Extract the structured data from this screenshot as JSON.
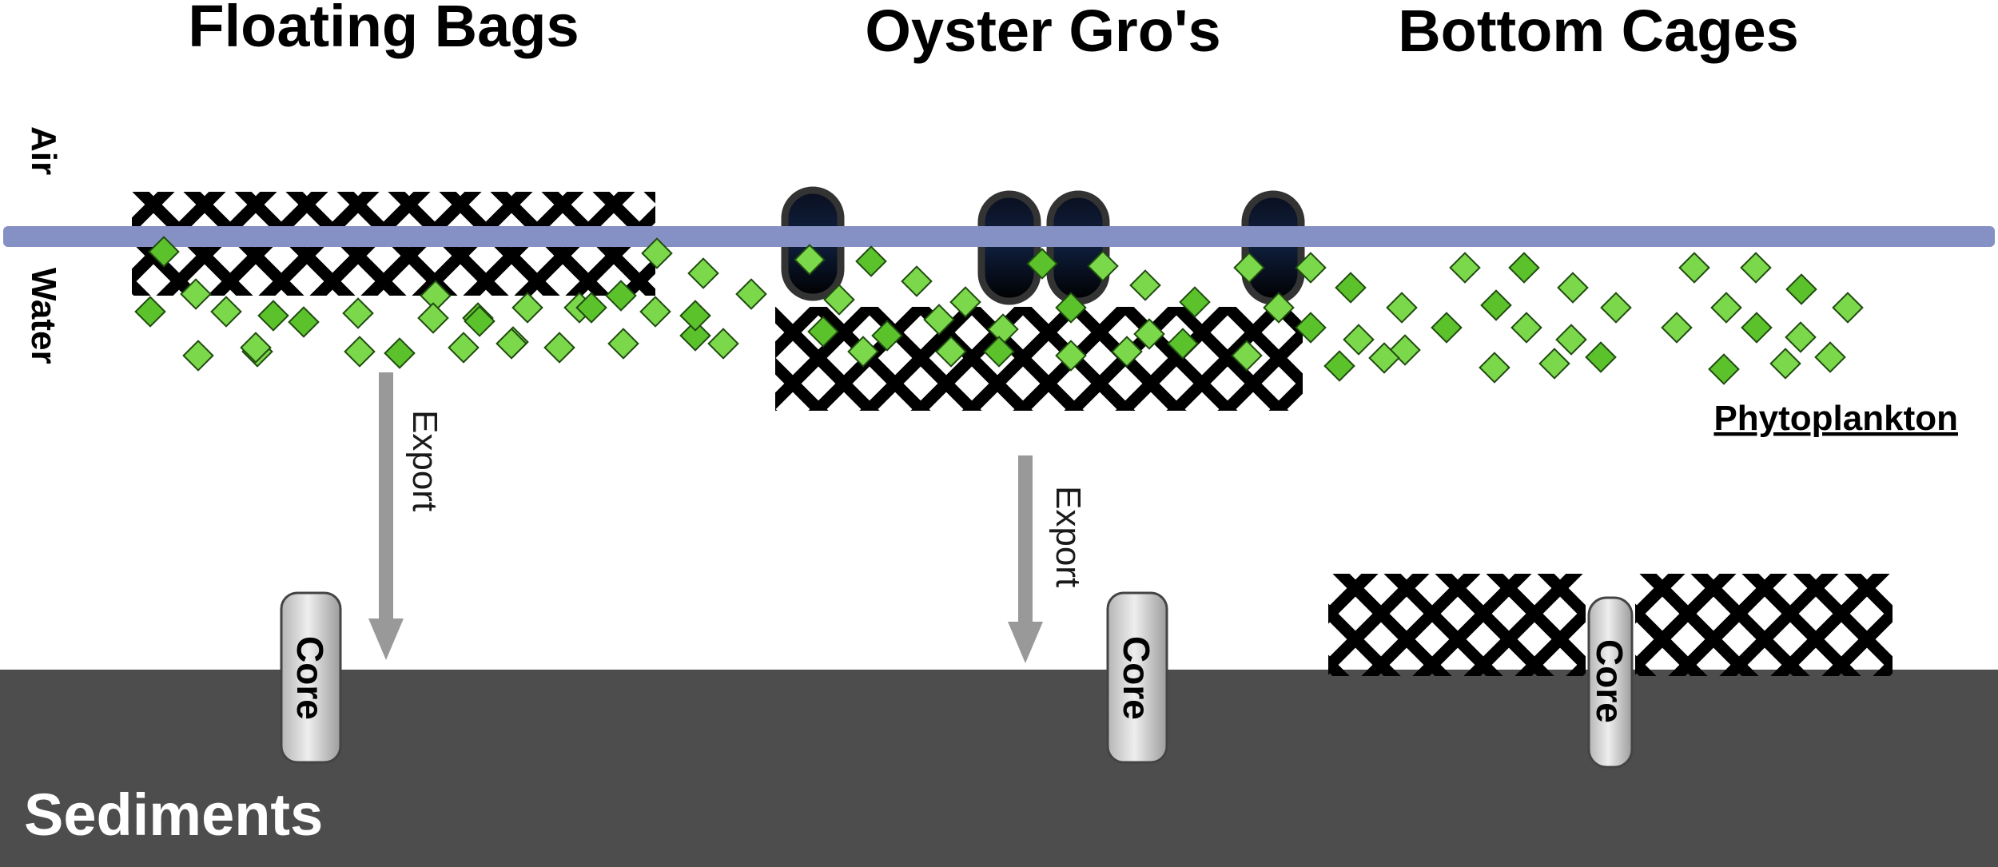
{
  "titles": {
    "floating": "Floating Bags",
    "grows": "Oyster Gro's",
    "bottom": "Bottom Cages"
  },
  "zones": {
    "air": "Air",
    "water": "Water",
    "sediments": "Sediments"
  },
  "labels": {
    "export": "Export",
    "core": "Core",
    "phytoplankton": "Phytoplankton"
  },
  "colors": {
    "water_surface": "#8591c4",
    "sediment": "#4d4d4d",
    "phytoplankton_fill": "#7bd84a",
    "phytoplankton_stroke": "#1f4a10",
    "arrow": "#999999",
    "core_fill": "#d9d9d9",
    "float": "#2b2b2b",
    "mesh": "#000000"
  }
}
